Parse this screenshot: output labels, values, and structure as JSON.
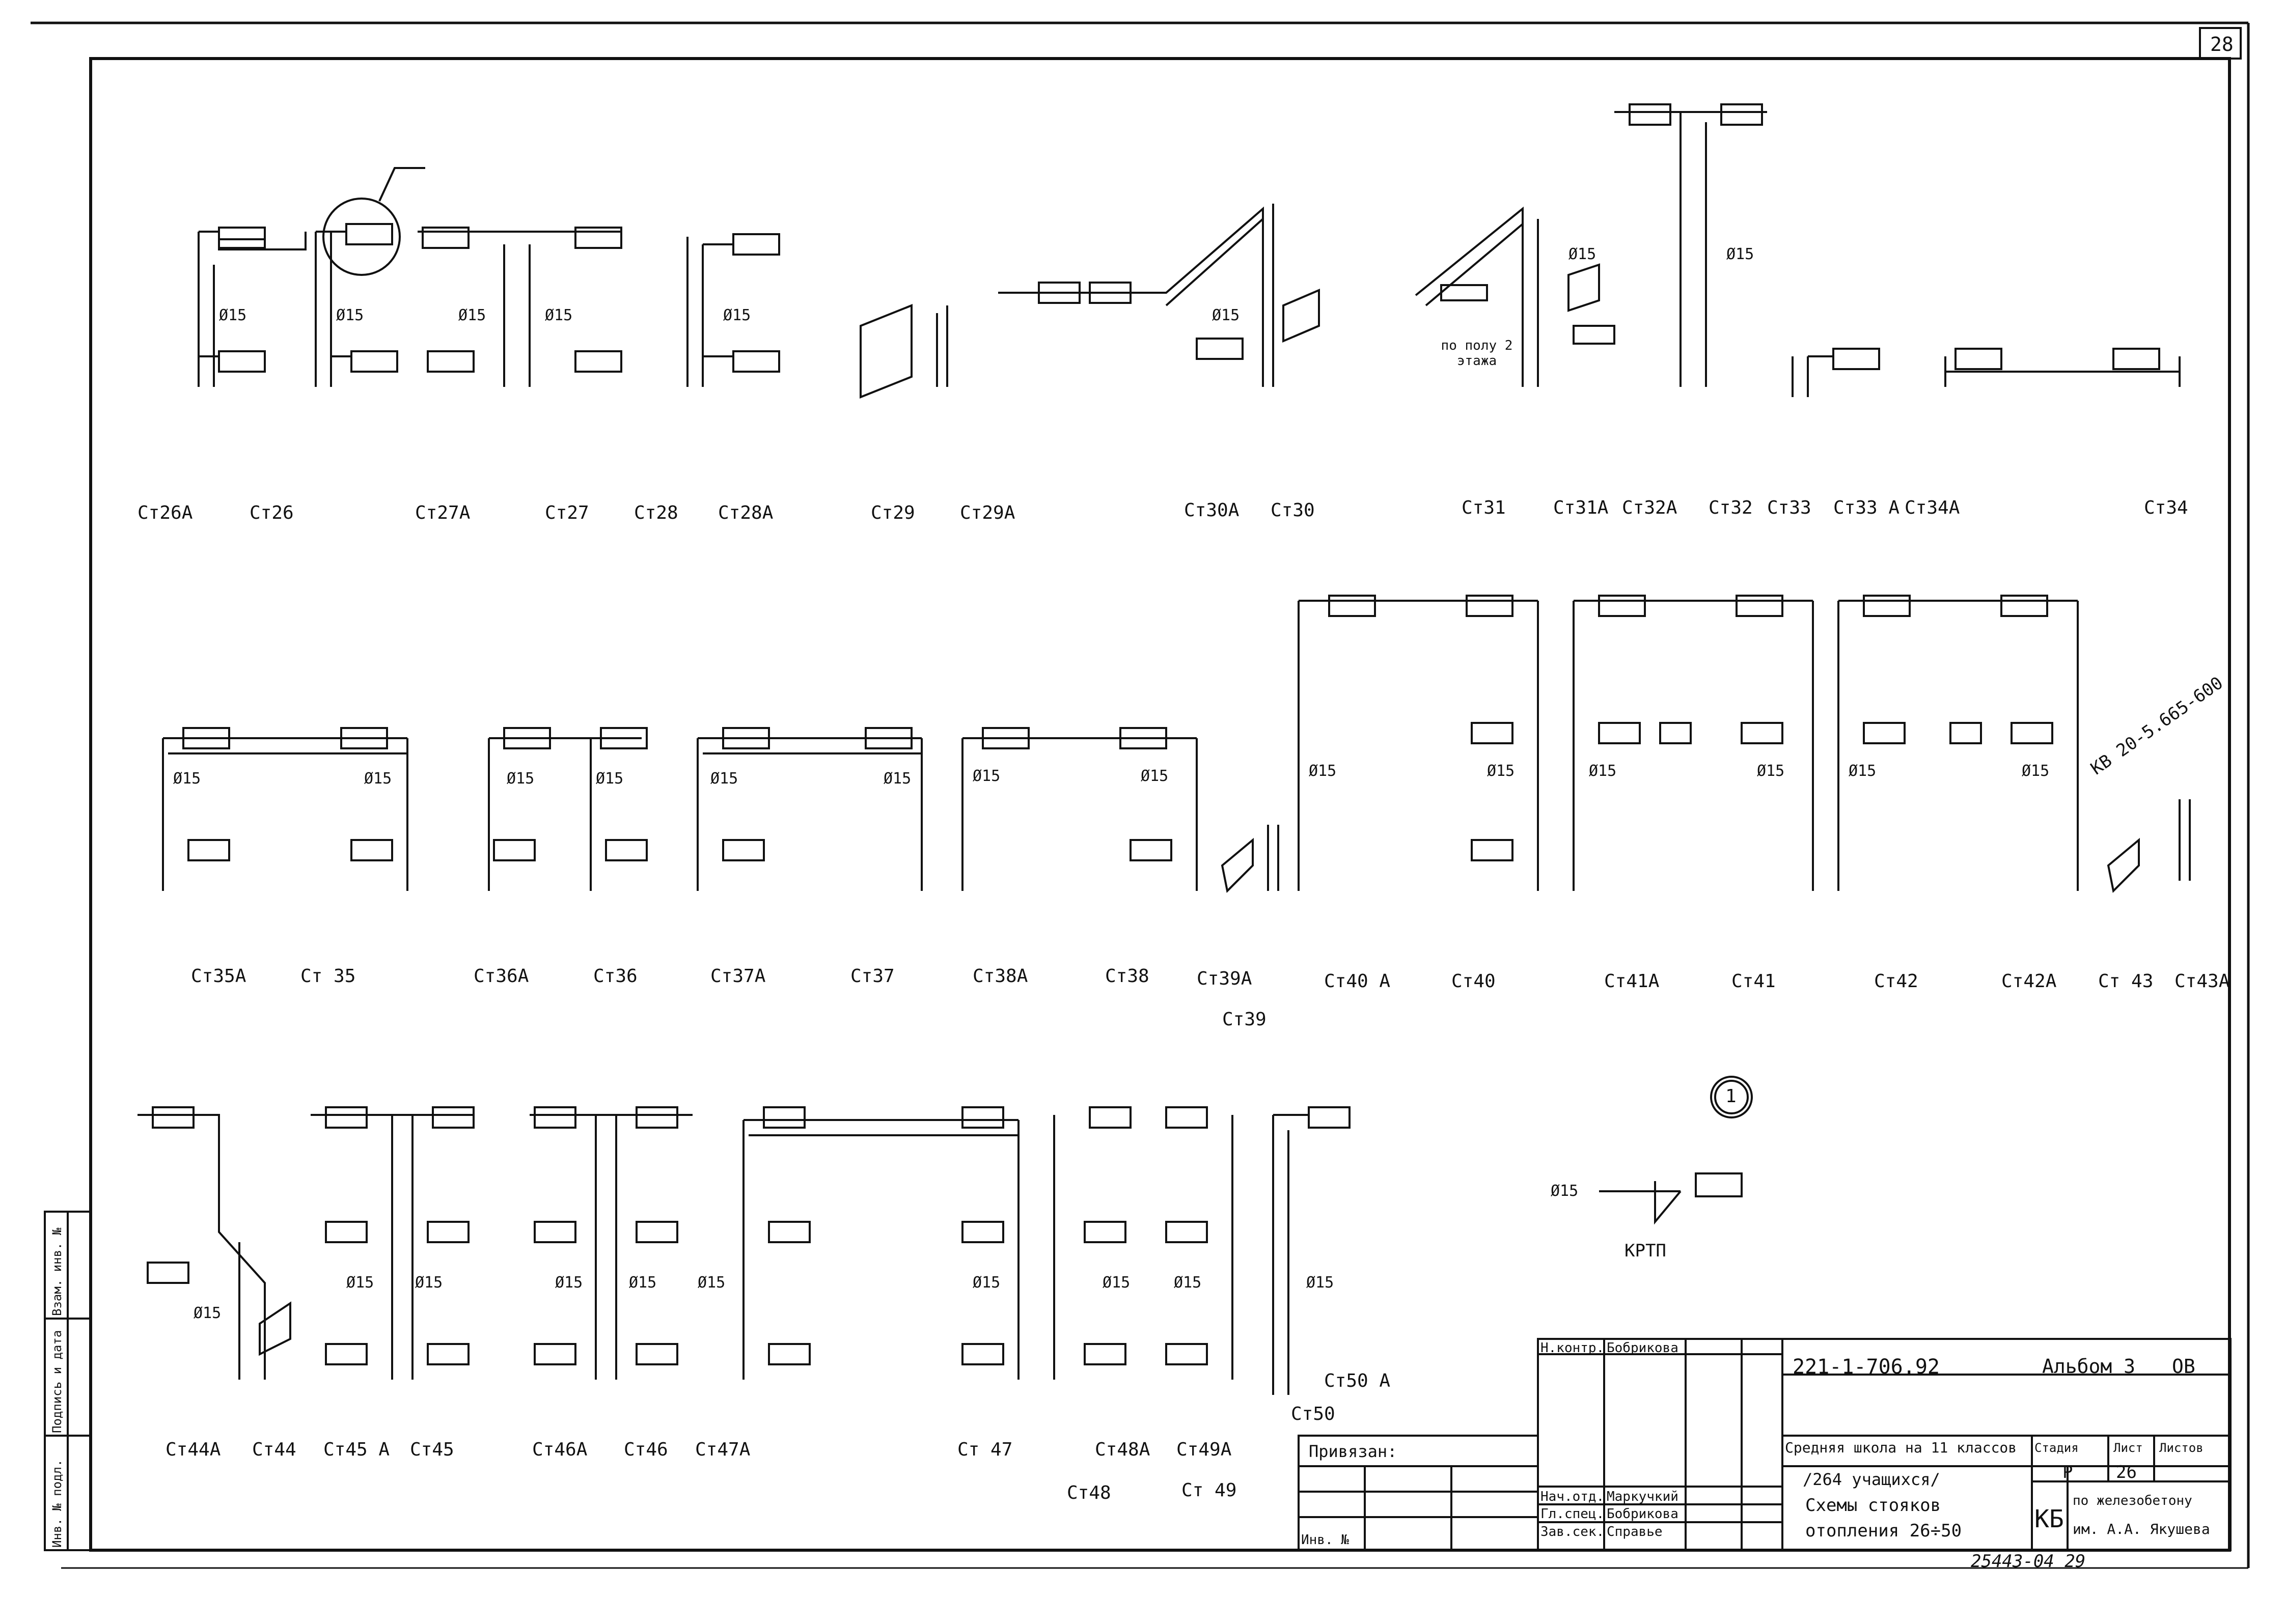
{
  "sheet": {
    "number": "28",
    "doc_code": "221-1-706.92",
    "album": "Альбом 3",
    "album_section": "ОВ",
    "title_line1": "Средняя школа на 11 классов",
    "title_line2": "/264 учащихся/",
    "drawing_title_line1": "Схемы стояков",
    "drawing_title_line2": "отопления  26÷50",
    "stage_header": "Стадия",
    "sheet_header": "Лист",
    "sheets_header": "Листов",
    "stage": "Р",
    "sheet_no": "26",
    "org_mark": "КБ",
    "org_line1": "по железобетону",
    "org_line2": "им. А.А. Якушева",
    "inventory_bottom": "25443-04   29",
    "bound_label": "Привязан:",
    "inv_label": "Инв. №"
  },
  "staff": [
    {
      "role": "Н.контр.",
      "name": "Бобрикова"
    },
    {
      "role": "Нач.отд.",
      "name": "Маркучкий"
    },
    {
      "role": "Гл.спец.",
      "name": "Бобрикова"
    },
    {
      "role": "Зав.сек.",
      "name": "Справье"
    }
  ],
  "side_stamp": [
    "Инв. № подл.",
    "Подпись и дата",
    "Взам. инв. №"
  ],
  "labels": {
    "row1": [
      "Ст26А",
      "Ст26",
      "Ст27А",
      "Ст27",
      "Ст28",
      "Ст28А",
      "Ст29",
      "Ст29А",
      "Ст30А",
      "Ст30",
      "Ст31",
      "Ст31А",
      "Ст32А",
      "Ст32",
      "Ст33",
      "Ст33 А",
      "Ст34А",
      "Ст34"
    ],
    "row2": [
      "Ст35А",
      "Ст 35",
      "Ст36А",
      "Ст36",
      "Ст37А",
      "Ст37",
      "Ст38А",
      "Ст38",
      "Ст39А",
      "Ст39",
      "Ст40 А",
      "Ст40",
      "Ст41А",
      "Ст41",
      "Ст42",
      "Ст42А",
      "Ст 43",
      "Ст43А"
    ],
    "row3": [
      "Ст44А",
      "Ст44",
      "Ст45 А",
      "Ст45",
      "Ст46А",
      "Ст46",
      "Ст47А",
      "Ст 47",
      "Ст48А",
      "Ст49А",
      "Ст48",
      "Ст 49",
      "Ст50 А",
      "Ст50"
    ]
  },
  "diameter": "Ø15",
  "notes": {
    "floor": "по полу 2 этажа",
    "convector": "КВ 20-5.665-600",
    "valve": "КРТП",
    "detail_mark": "1"
  }
}
